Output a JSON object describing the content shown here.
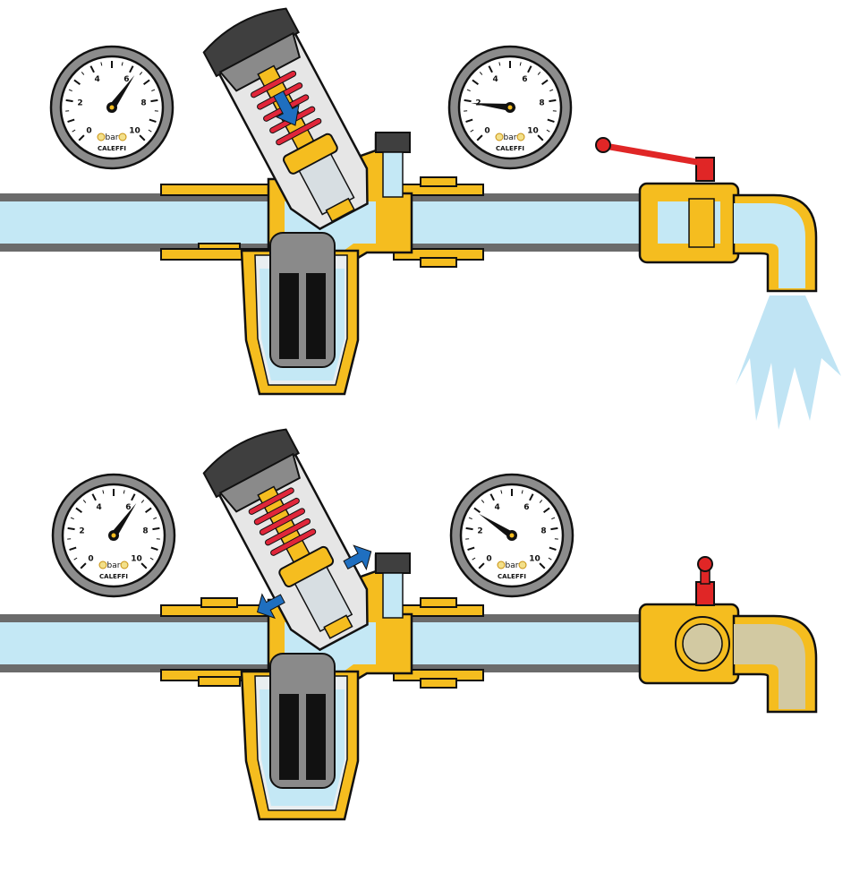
{
  "colors": {
    "water": "#c4e8f5",
    "water_spray": "#b9e1f3",
    "water_stale": "#d2c9a2",
    "brass": "#f5bd1f",
    "brass_dark": "#c8900f",
    "pipe_dark": "#6b6b6b",
    "valve_red": "#e02626",
    "spring_red": "#e0263a",
    "cap_grey": "#8a8a8a",
    "cap_dark": "#3f3f3f",
    "flow_arrow": "#1f6fc0",
    "gauge_rim": "#8c8c8c",
    "gauge_face": "#ffffff",
    "ink": "#111111"
  },
  "icons": {
    "pressure_gauge": "pressure-gauge-icon",
    "ball_valve": "ball-valve-icon",
    "flow_arrow": "flow-arrow-icon"
  },
  "gauge_scale": {
    "ticks": [
      "0",
      "2",
      "4",
      "6",
      "8",
      "10"
    ],
    "unit": "bar",
    "brand": "CALEFFI"
  },
  "panels": [
    {
      "state": "tap-open",
      "inlet_gauge_reading_bar": 6.3,
      "outlet_gauge_reading_bar": 1.9,
      "valve_open": true
    },
    {
      "state": "tap-closed",
      "inlet_gauge_reading_bar": 6.3,
      "outlet_gauge_reading_bar": 2.9,
      "valve_open": false
    }
  ]
}
